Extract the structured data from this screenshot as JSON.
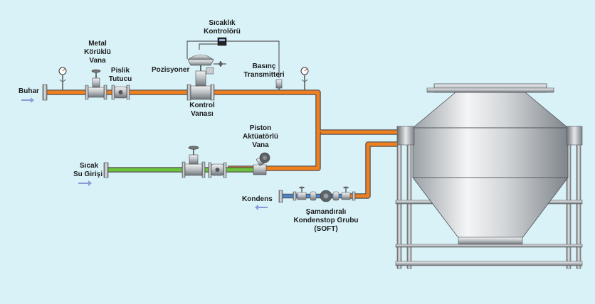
{
  "labels": {
    "steam": "Buhar",
    "hot_water_line1": "Sıcak",
    "hot_water_line2": "Su Girişi",
    "condensate": "Kondens",
    "bellows_valve_line1": "Metal",
    "bellows_valve_line2": "Körüklü",
    "bellows_valve_line3": "Vana",
    "strainer_line1": "Pislik",
    "strainer_line2": "Tutucu",
    "positioner": "Pozisyoner",
    "temp_controller_line1": "Sıcaklık",
    "temp_controller_line2": "Kontrolörü",
    "pressure_tx_line1": "Basınç",
    "pressure_tx_line2": "Transmitteri",
    "control_valve_line1": "Kontrol",
    "control_valve_line2": "Vanası",
    "piston_valve_line1": "Piston",
    "piston_valve_line2": "Aktüatörlü",
    "piston_valve_line3": "Vana",
    "steam_trap_line1": "Şamandıralı",
    "steam_trap_line2": "Kondenstop Grubu",
    "steam_trap_line3": "(SOFT)"
  },
  "colors": {
    "background": "#d9f2f8",
    "steam_pipe": "#f07f1e",
    "water_pipe": "#6cc33c",
    "condensate_pipe": "#4a86d0",
    "flow_arrow": "#8a9bd8"
  }
}
